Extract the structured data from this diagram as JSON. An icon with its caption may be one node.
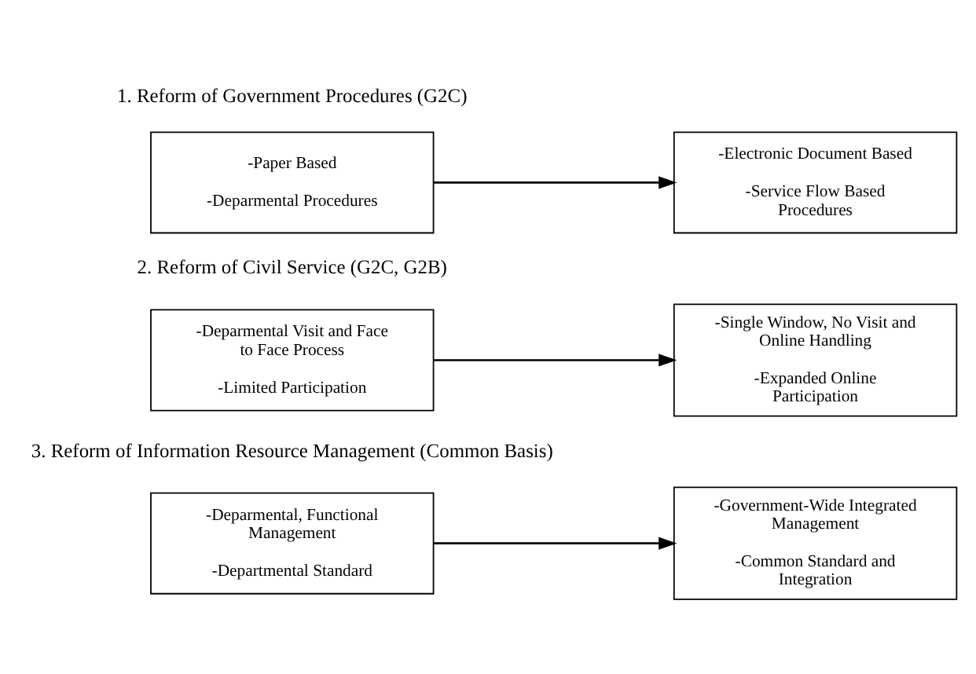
{
  "diagram": {
    "nodes": [
      {
        "text": [
          "-Paper Based",
          "-Deparmental Procedures"
        ]
      },
      {
        "text": [
          "-Electronic Document Based",
          "-Service Flow Based Procedures"
        ]
      },
      {
        "text": [
          "-Deparmental Visit and Face to Face Process",
          "-Limited Participation"
        ]
      },
      {
        "text": [
          "-Single Window, No Visit and Online Handling",
          "-Expanded Online Participation"
        ]
      },
      {
        "text": [
          "-Deparmental, Functional Management",
          "-Departmental Standard"
        ]
      },
      {
        "text": [
          "-Government-Wide Integrated Management",
          "-Common Standard and Integration"
        ]
      }
    ],
    "edges": [
      {
        "from": 0,
        "to": 1,
        "arrow": "to"
      },
      {
        "from": 2,
        "to": 3,
        "arrow": "to"
      },
      {
        "from": 4,
        "to": 5,
        "arrow": "to"
      }
    ],
    "labels": [
      "1. Reform of Government Procedures (G2C)",
      "2. Reform of Civil Service (G2C, G2B)",
      "3. Reform of Information Resource Management (Common Basis)"
    ]
  }
}
